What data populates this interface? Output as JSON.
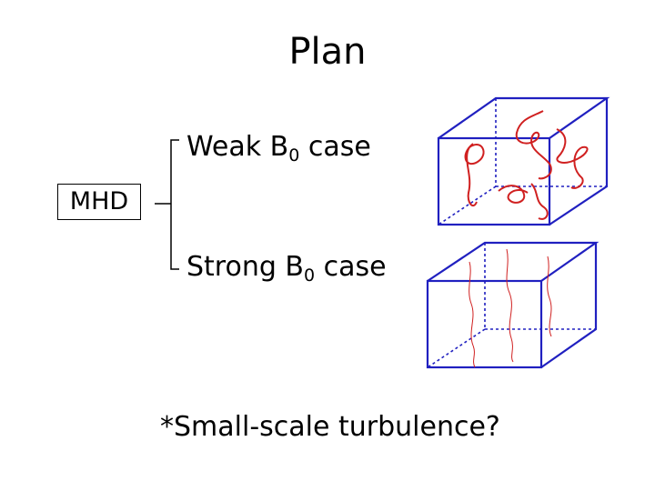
{
  "title": "Plan",
  "root_label": "MHD",
  "branches": [
    {
      "prefix": "Weak B",
      "subscript": "0",
      "suffix": " case"
    },
    {
      "prefix": "Strong B",
      "subscript": "0",
      "suffix": " case"
    }
  ],
  "footnote": "*Small-scale turbulence?",
  "colors": {
    "cube": "#2020c0",
    "field_lines": "#d02020",
    "text": "#000000"
  }
}
